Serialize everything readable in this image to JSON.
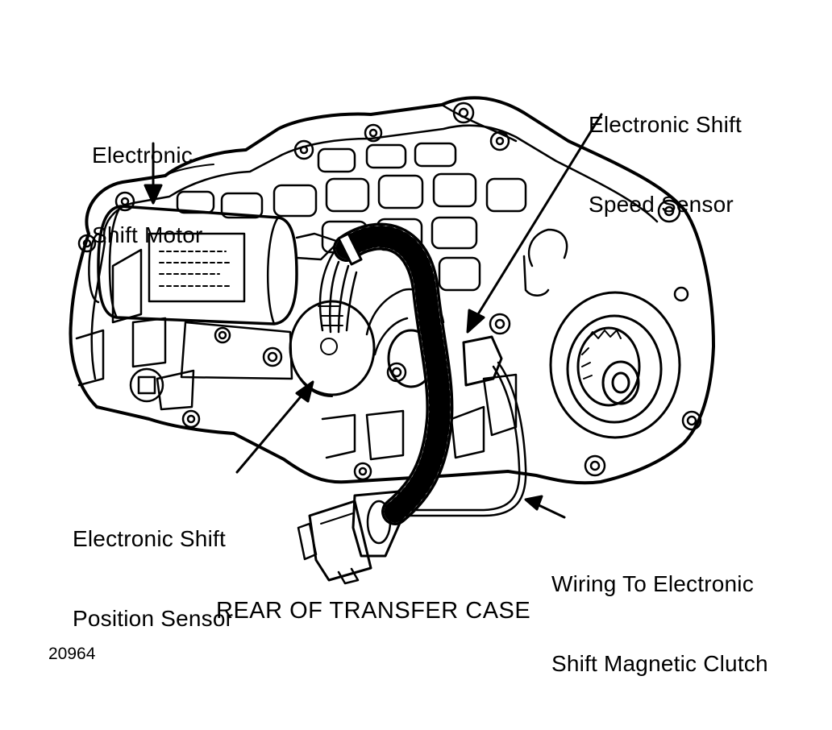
{
  "labels": {
    "shift_motor": [
      "Electronic",
      "Shift Motor"
    ],
    "speed_sensor": [
      "Electronic Shift",
      "Speed Sensor"
    ],
    "position_sensor": [
      "Electronic Shift",
      "Position Sensor"
    ],
    "clutch_wiring": [
      "Wiring To Electronic",
      "Shift Magnetic Clutch"
    ]
  },
  "caption": "REAR OF TRANSFER CASE",
  "figure_number": "20964",
  "colors": {
    "ink": "#000000",
    "paper": "#ffffff"
  }
}
